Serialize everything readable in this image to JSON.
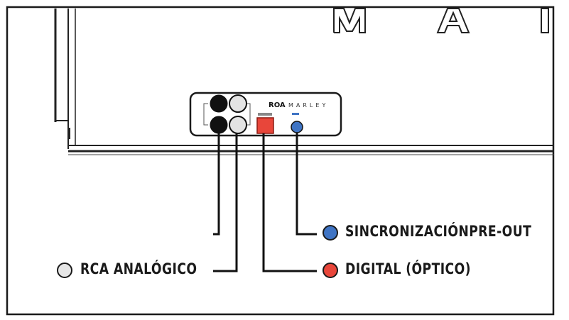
{
  "panel": {
    "brand_mark": "ROA",
    "brand_name": "MARLEY"
  },
  "callouts": [
    {
      "id": "sync",
      "label": "SINCRONIZACIÓNPRE-OUT",
      "color": "#3f74c4"
    },
    {
      "id": "analog",
      "label": "RCA ANALÓGICO",
      "color": "#e6e6e6"
    },
    {
      "id": "digital",
      "label": "DIGITAL (ÓPTICO)",
      "color": "#e8463a"
    }
  ],
  "colors": {
    "rca_left": "#111111",
    "rca_right": "#e3e3e3",
    "optical": "#e8463a",
    "sync_jack": "#3f74c4"
  }
}
